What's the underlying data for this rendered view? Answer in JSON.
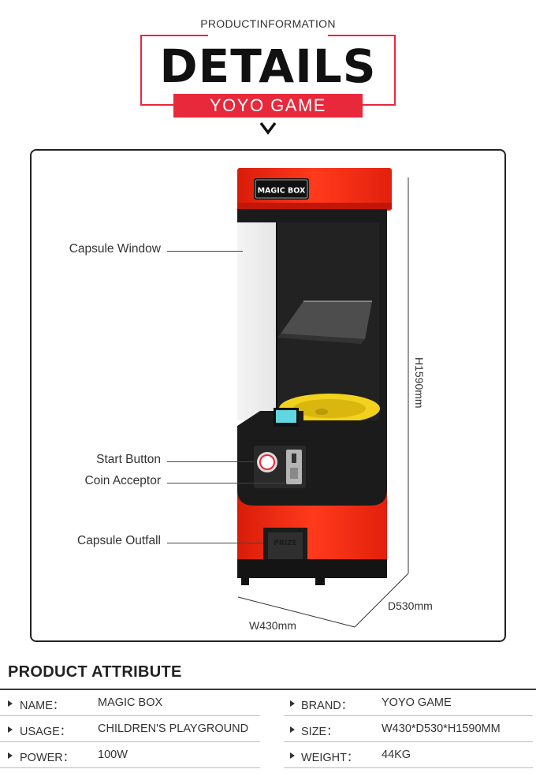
{
  "header": {
    "subtitle": "PRODUCTINFORMATION",
    "title": "DETAILS",
    "banner": "YOYO GAME"
  },
  "machine": {
    "sign": "MAGIC BOX",
    "callouts": {
      "capsule_window": "Capsule Window",
      "start_button": "Start Button",
      "coin_acceptor": "Coin Acceptor",
      "capsule_outfall": "Capsule Outfall"
    },
    "dimensions": {
      "height": "H1590mm",
      "depth": "D530mm",
      "width": "W430mm"
    },
    "colors": {
      "body_red": "#ff2a10",
      "cabinet_black": "#1b1b1b",
      "bowl_yellow": "#f2d21c"
    }
  },
  "attributes": {
    "title": "PRODUCT ATTRIBUTE",
    "rows": [
      {
        "left_label": "NAME：",
        "left_value": "MAGIC BOX",
        "right_label": "BRAND：",
        "right_value": "YOYO GAME"
      },
      {
        "left_label": "USAGE：",
        "left_value": "CHILDREN'S PLAYGROUND",
        "right_label": "SIZE：",
        "right_value": "W430*D530*H1590MM"
      },
      {
        "left_label": "POWER：",
        "left_value": "100W",
        "right_label": "WEIGHT：",
        "right_value": "44KG"
      }
    ]
  },
  "accent_color": "#e8283b"
}
